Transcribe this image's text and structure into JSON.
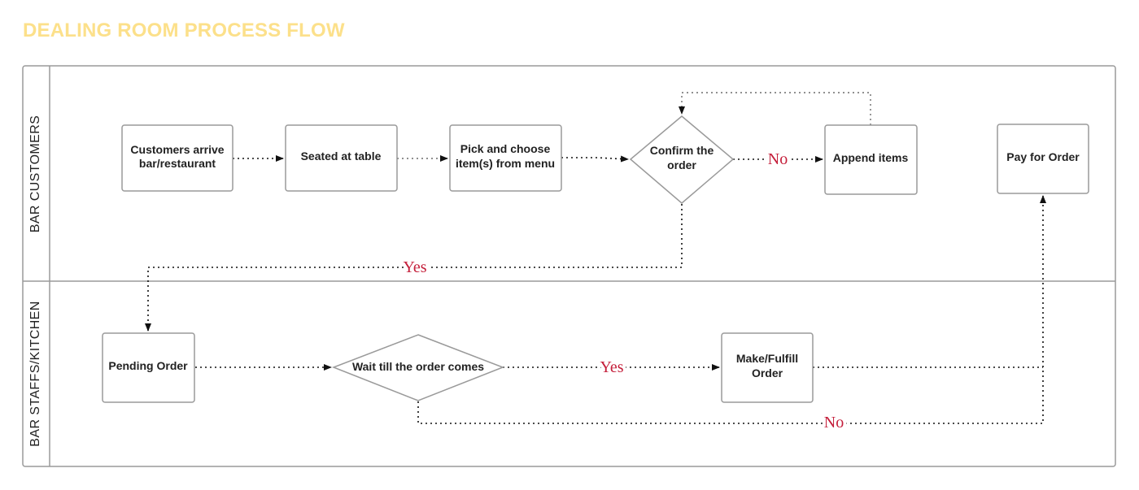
{
  "page": {
    "title": "DEALING ROOM PROCESS FLOW"
  },
  "lanes": {
    "customers": "BAR CUSTOMERS",
    "staff": "BAR STAFFS/KITCHEN"
  },
  "nodes": {
    "arrive": {
      "line1": "Customers arrive",
      "line2": "bar/restaurant"
    },
    "seated": {
      "line1": "Seated at table"
    },
    "pick": {
      "line1": "Pick and choose",
      "line2": "item(s) from menu"
    },
    "confirm": {
      "line1": "Confirm the",
      "line2": "order",
      "shape": "decision"
    },
    "append": {
      "line1": "Append items"
    },
    "pay": {
      "line1": "Pay for Order"
    },
    "pending": {
      "line1": "Pending Order"
    },
    "wait": {
      "line1": "Wait till the order comes",
      "shape": "decision"
    },
    "make": {
      "line1": "Make/Fulfill",
      "line2": "Order"
    }
  },
  "edge_labels": {
    "confirm_no": "No",
    "confirm_yes": "Yes",
    "wait_yes": "Yes",
    "wait_no": "No"
  },
  "colors": {
    "title": "#fce08a",
    "edge_label": "#c41e3a",
    "border": "#9a9a9a"
  }
}
